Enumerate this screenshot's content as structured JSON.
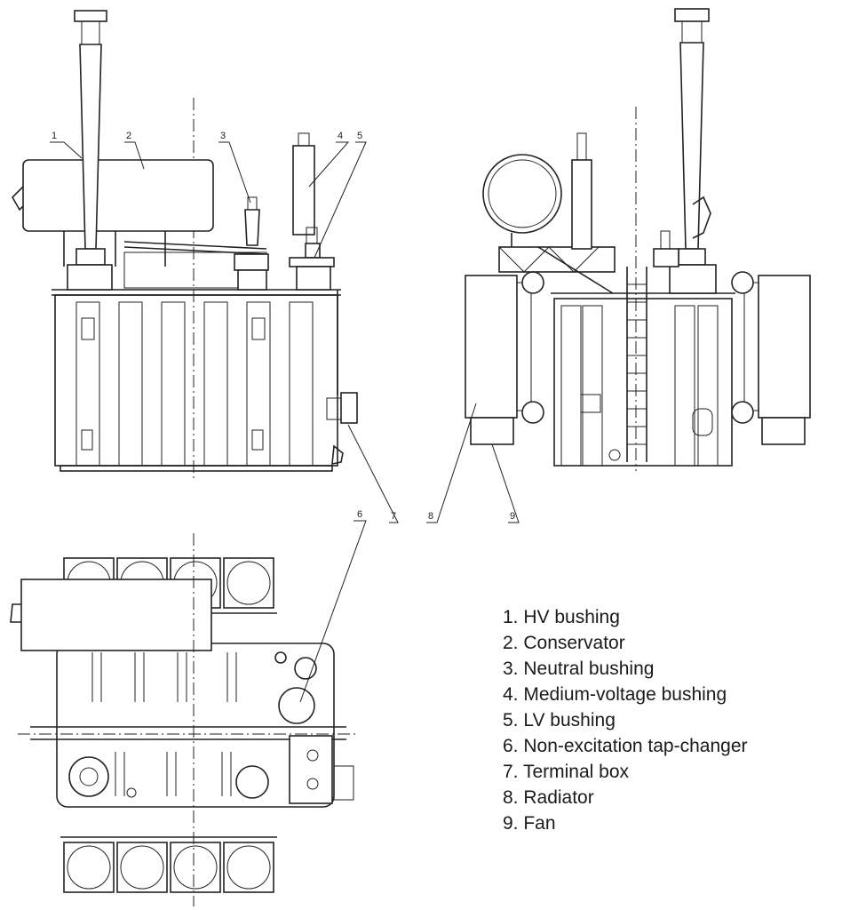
{
  "callouts": [
    "1",
    "2",
    "3",
    "4",
    "5",
    "6",
    "7",
    "8",
    "9"
  ],
  "legend": [
    "1. HV bushing",
    "2. Conservator",
    "3. Neutral bushing",
    "4. Medium-voltage bushing",
    "5. LV bushing",
    "6. Non-excitation tap-changer",
    "7. Terminal box",
    "8. Radiator",
    "9. Fan"
  ]
}
